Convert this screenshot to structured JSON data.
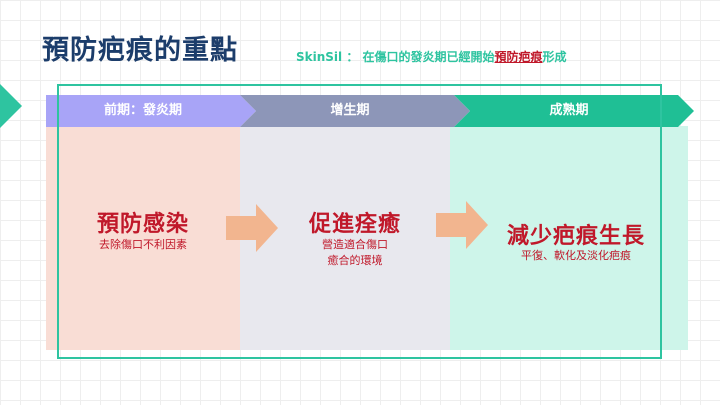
{
  "slide": {
    "title": "預防疤痕的重點",
    "subtitle_brand": "SkinSil ：",
    "subtitle_text": "在傷口的發炎期已經開始",
    "subtitle_highlight": "預防疤痕",
    "subtitle_tail": "形成"
  },
  "phases": [
    {
      "label": "前期：發炎期",
      "color": "#a8a4f7"
    },
    {
      "label": "增生期",
      "color": "#8d96b8"
    },
    {
      "label": "成熟期",
      "color": "#1fbf95"
    }
  ],
  "stages": [
    {
      "title": "預防感染",
      "desc_line1": "去除傷口不利因素",
      "desc_line2": ""
    },
    {
      "title": "促進痊癒",
      "desc_line1": "營造適合傷口",
      "desc_line2": "癒合的環境"
    },
    {
      "title": "減少疤痕生長",
      "desc_line1": "平復、軟化及淡化疤痕",
      "desc_line2": ""
    }
  ],
  "colors": {
    "title": "#1c3d6b",
    "accent_green": "#2ec4a0",
    "highlight_red": "#c0182a",
    "arrow": "#f2b58f"
  },
  "icons": [
    "arrow-right-icon",
    "chevron-tab-icon"
  ]
}
